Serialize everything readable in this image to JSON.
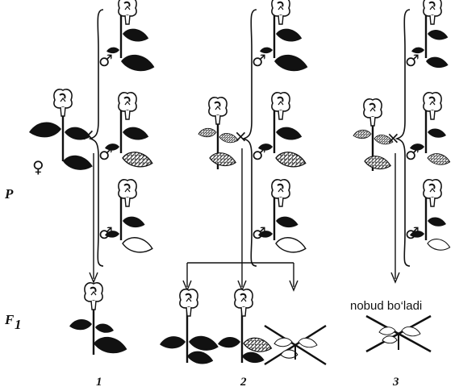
{
  "labels": {
    "parent_generation": "P",
    "filial_generation": "F",
    "filial_subscript": "1",
    "cross_symbol": "×",
    "cross_numbers": [
      "1",
      "2",
      "3"
    ],
    "lethal_note": "nobud bo‘ladi"
  },
  "symbols": {
    "female": "♀",
    "male": "♂"
  },
  "leaf_types": {
    "dark": "dark-green-leaf",
    "variegated": "variegated-leaf",
    "white": "white-leaf"
  }
}
